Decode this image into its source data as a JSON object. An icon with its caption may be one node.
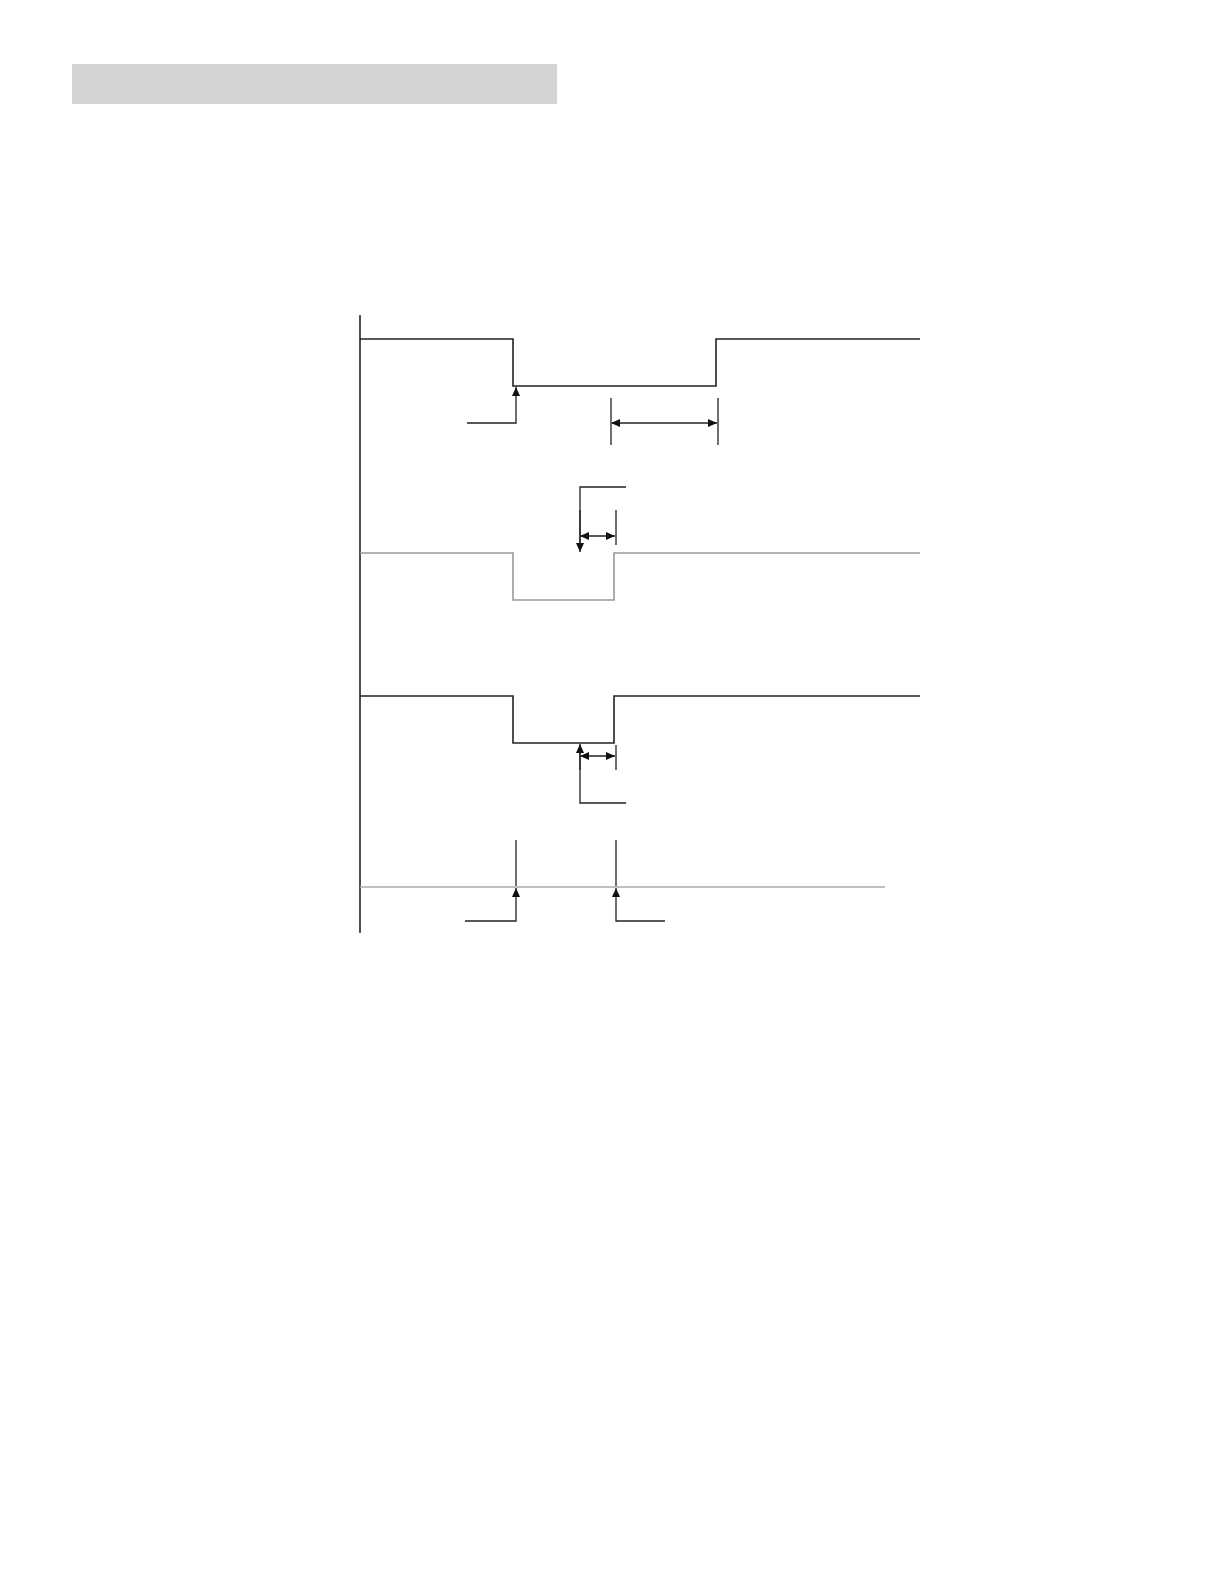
{
  "diagram": {
    "nodes": [
      {
        "text": [],
        "shape": "bar"
      },
      {
        "text": [],
        "shape": "waveform"
      },
      {
        "text": [],
        "shape": "waveform"
      },
      {
        "text": [],
        "shape": "waveform"
      },
      {
        "text": [],
        "shape": "waveform"
      }
    ],
    "edges": [
      {
        "from": null,
        "to": 1,
        "arrow": "to"
      },
      {
        "from": null,
        "to": 2,
        "arrow": "to"
      },
      {
        "from": null,
        "to": 3,
        "arrow": "to"
      },
      {
        "from": null,
        "to": 4,
        "arrow": "to"
      },
      {
        "from": null,
        "to": 4,
        "arrow": "to"
      }
    ]
  }
}
